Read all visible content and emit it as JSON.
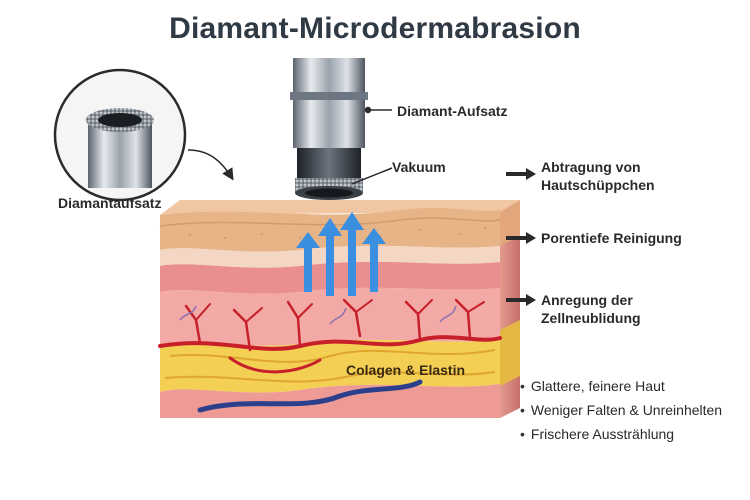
{
  "title": "Diamant-Microdermabrasion",
  "labels": {
    "diamond_attachment_side": "Diamant-Aufsatz",
    "vacuum": "Vakuum",
    "diamond_attachment_inset": "Diamantaufsatz",
    "collagen": "Colagen & Elastin"
  },
  "effects": [
    {
      "line1": "Abtragung von",
      "line2": "Hautschüppchen"
    },
    {
      "line1": "Porentiefe Reinigung",
      "line2": ""
    },
    {
      "line1": "Anregung der",
      "line2": "Zellneublidung"
    }
  ],
  "results": [
    "Glattere, feinere Haut",
    "Weniger Falten & Unreinhelten",
    "Frischere Ausstrählung"
  ],
  "colors": {
    "title": "#2f3a44",
    "arrow_blue": "#3a8fe0",
    "skin_top": "#e9b98e",
    "dermis": "#f1a3a3",
    "fat": "#f3cf54",
    "vessel_red": "#c8202a"
  }
}
